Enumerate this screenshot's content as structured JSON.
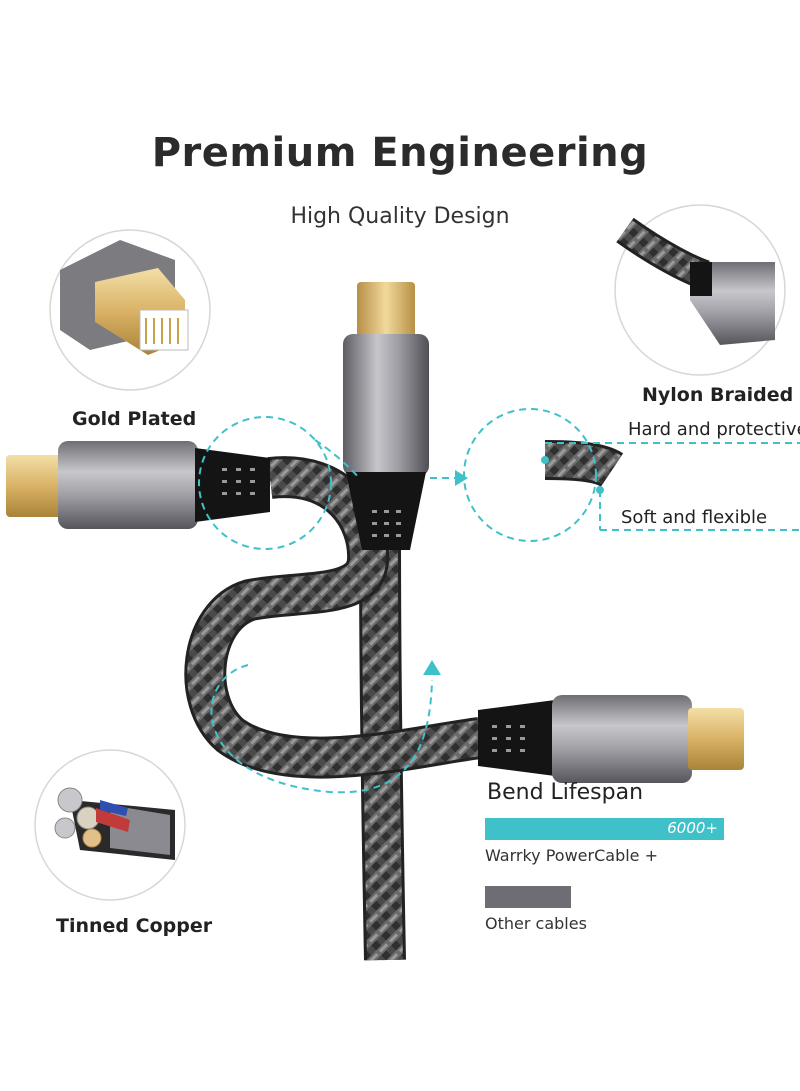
{
  "header": {
    "title": "Premium Engineering",
    "subtitle": "High Quality Design"
  },
  "features": {
    "gold_plated": "Gold Plated",
    "nylon_braided": "Nylon Braided",
    "tinned_copper": "Tinned Copper"
  },
  "callouts": {
    "hard": "Hard and protective",
    "soft": "Soft and flexible"
  },
  "bend_comparison": {
    "title": "Bend Lifespan",
    "powercable": {
      "value": "6000+",
      "label": "Warrky PowerCable +"
    },
    "others": {
      "label": "Other cables"
    }
  },
  "colors": {
    "accent": "#3fc1c9",
    "other_bar": "#6d6d73",
    "gold": "#e5c27a",
    "aluminum": "#9a9aa0",
    "braid": "#3a3a3a"
  }
}
